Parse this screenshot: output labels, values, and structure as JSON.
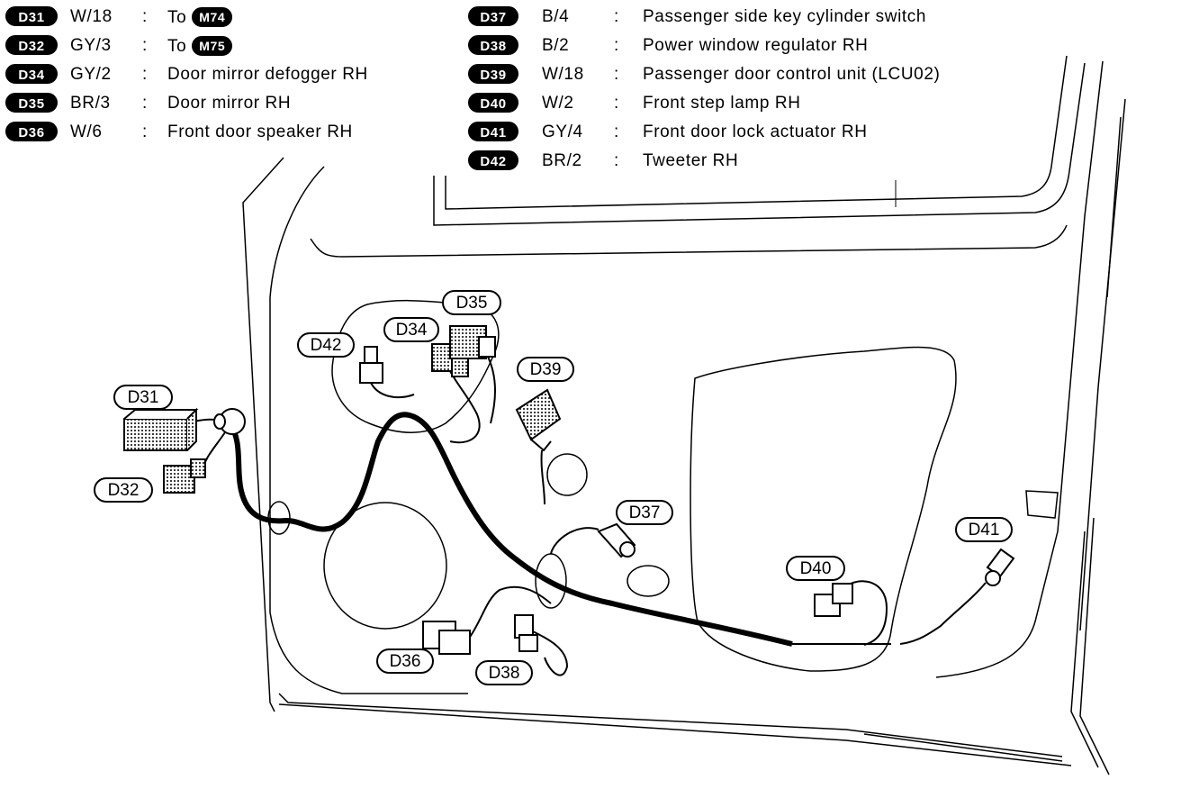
{
  "legend": {
    "left": [
      {
        "code": "D31",
        "wire": "W/18",
        "sep": ":",
        "desc": "To",
        "ref": "M74"
      },
      {
        "code": "D32",
        "wire": "GY/3",
        "sep": ":",
        "desc": "To",
        "ref": "M75"
      },
      {
        "code": "D34",
        "wire": "GY/2",
        "sep": ":",
        "desc": "Door mirror defogger RH",
        "ref": ""
      },
      {
        "code": "D35",
        "wire": "BR/3",
        "sep": ":",
        "desc": "Door mirror RH",
        "ref": ""
      },
      {
        "code": "D36",
        "wire": "W/6",
        "sep": ":",
        "desc": "Front door speaker RH",
        "ref": ""
      }
    ],
    "right": [
      {
        "code": "D37",
        "wire": "B/4",
        "sep": ":",
        "desc": "Passenger side key cylinder switch"
      },
      {
        "code": "D38",
        "wire": "B/2",
        "sep": ":",
        "desc": "Power window regulator RH"
      },
      {
        "code": "D39",
        "wire": "W/18",
        "sep": ":",
        "desc": "Passenger door control unit (LCU02)"
      },
      {
        "code": "D40",
        "wire": "W/2",
        "sep": ":",
        "desc": "Front step lamp RH"
      },
      {
        "code": "D41",
        "wire": "GY/4",
        "sep": ":",
        "desc": "Front door lock actuator RH"
      },
      {
        "code": "D42",
        "wire": "BR/2",
        "sep": ":",
        "desc": "Tweeter RH"
      }
    ]
  },
  "callouts": {
    "d31": "D31",
    "d32": "D32",
    "d34": "D34",
    "d35": "D35",
    "d36": "D36",
    "d37": "D37",
    "d38": "D38",
    "d39": "D39",
    "d40": "D40",
    "d41": "D41",
    "d42": "D42"
  },
  "colors": {
    "line": "#000000",
    "background": "#ffffff"
  }
}
